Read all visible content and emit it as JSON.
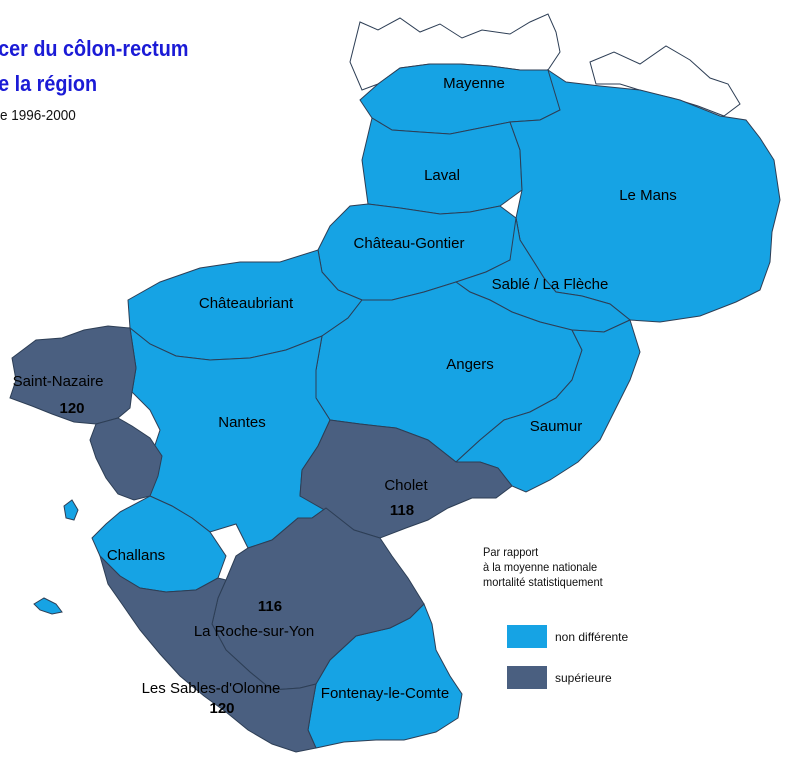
{
  "title_line1": "ncer du côlon-rectum",
  "title_line2": "de la région",
  "subtitle": "e 1996-2000",
  "colors": {
    "non_differente": "#16a3e4",
    "superieure": "#4a5f80",
    "outside": "#ffffff",
    "border": "#2d3e55"
  },
  "regions": [
    {
      "name": "Mayenne",
      "category": "non différente"
    },
    {
      "name": "Laval",
      "category": "non différente"
    },
    {
      "name": "Le Mans",
      "category": "non différente"
    },
    {
      "name": "Château-Gontier",
      "category": "non différente"
    },
    {
      "name": "Sablé / La Flèche",
      "category": "non différente"
    },
    {
      "name": "Châteaubriant",
      "category": "non différente"
    },
    {
      "name": "Angers",
      "category": "non différente"
    },
    {
      "name": "Nantes",
      "category": "non différente"
    },
    {
      "name": "Saumur",
      "category": "non différente"
    },
    {
      "name": "Saint-Nazaire",
      "value": "120",
      "category": "supérieure"
    },
    {
      "name": "Cholet",
      "value": "118",
      "category": "supérieure"
    },
    {
      "name": "Challans",
      "category": "non différente"
    },
    {
      "name": "La Roche-sur-Yon",
      "value": "116",
      "category": "supérieure"
    },
    {
      "name": "Les Sables-d'Olonne",
      "value": "120",
      "category": "supérieure"
    },
    {
      "name": "Fontenay-le-Comte",
      "category": "non différente"
    }
  ],
  "legend": {
    "heading": [
      "Par rapport",
      "à la moyenne nationale",
      "mortalité statistiquement"
    ],
    "items": [
      {
        "label": "non différente",
        "color": "#16a3e4"
      },
      {
        "label": "supérieure",
        "color": "#4a5f80"
      }
    ]
  }
}
